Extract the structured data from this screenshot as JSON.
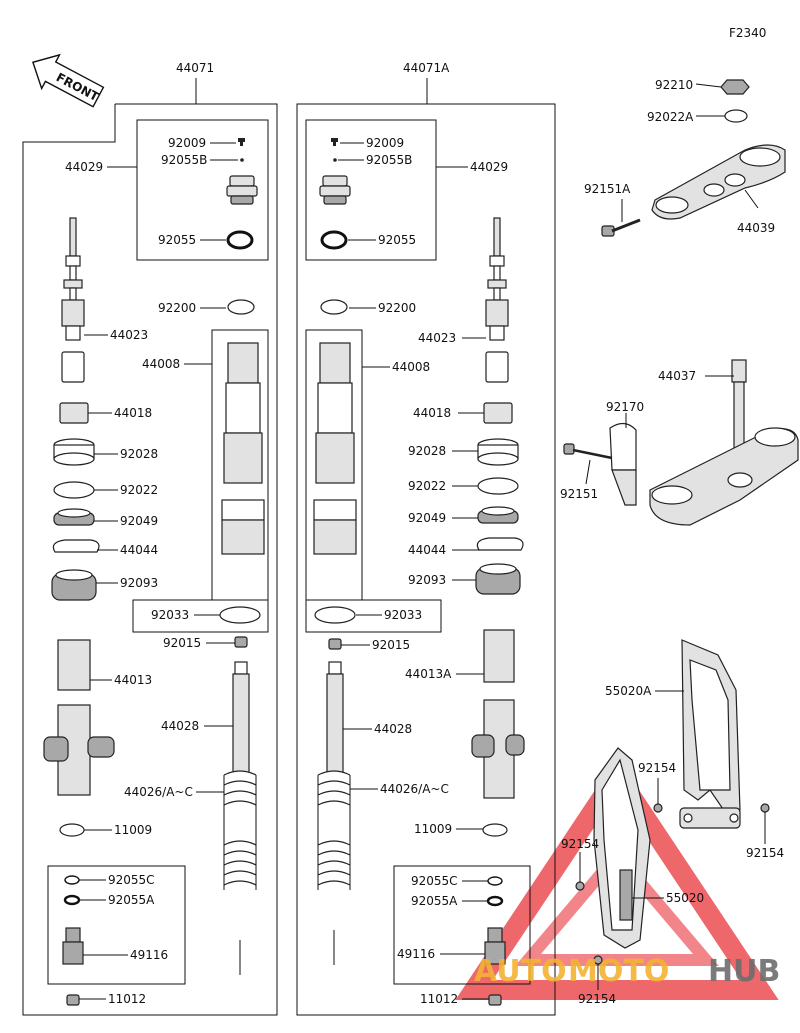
{
  "figure_code": "F2340",
  "front_label": "FRONT",
  "watermark": {
    "part1": "AUTO",
    "part2": "MOTO",
    "part3": "HUB",
    "colors": {
      "orange": "#f3b233",
      "gray": "#6d6d6d",
      "red": "#e8343a"
    }
  },
  "left_assembly": {
    "title": "44071",
    "labels": {
      "l44029": "44029",
      "l92009": "92009",
      "l92055B": "92055B",
      "l92055": "92055",
      "l92200": "92200",
      "l44023": "44023",
      "l44008": "44008",
      "l44018": "44018",
      "l92028": "92028",
      "l92022": "92022",
      "l92049": "92049",
      "l44044": "44044",
      "l92093": "92093",
      "l92033": "92033",
      "l92015": "92015",
      "l44013": "44013",
      "l44028": "44028",
      "l44026": "44026/A~C",
      "l11009": "11009",
      "l92055C": "92055C",
      "l92055A": "92055A",
      "l49116": "49116",
      "l11012": "11012"
    }
  },
  "right_assembly": {
    "title": "44071A",
    "labels": {
      "l92009": "92009",
      "l92055B": "92055B",
      "l44029": "44029",
      "l92055": "92055",
      "l92200": "92200",
      "l44023": "44023",
      "l44008": "44008",
      "l44018": "44018",
      "l92028": "92028",
      "l92022": "92022",
      "l92049": "92049",
      "l44044": "44044",
      "l92093": "92093",
      "l92033": "92033",
      "l92015": "92015",
      "l44013A": "44013A",
      "l44028": "44028",
      "l44026": "44026/A~C",
      "l11009": "11009",
      "l92055C": "92055C",
      "l92055A": "92055A",
      "l49116": "49116",
      "l11012": "11012"
    }
  },
  "clamp_labels": {
    "l92210": "92210",
    "l92022A": "92022A",
    "l92151A": "92151A",
    "l44039": "44039",
    "l44037": "44037",
    "l92170": "92170",
    "l92151": "92151"
  },
  "guard_labels": {
    "l55020A": "55020A",
    "l92154a": "92154",
    "l92154b": "92154",
    "l92154c": "92154",
    "l55020": "55020",
    "l92154d": "92154"
  }
}
